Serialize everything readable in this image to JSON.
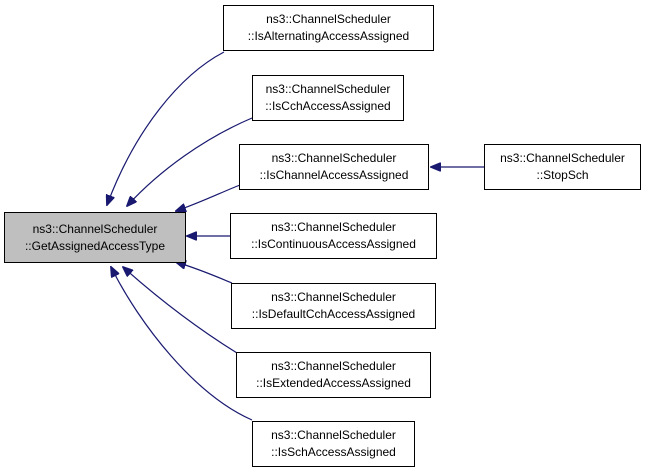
{
  "colors": {
    "edge": "#191970",
    "focus_fill": "#bfbfbf",
    "node_border": "#000000",
    "node_fill": "#ffffff"
  },
  "nodes": {
    "get_assigned_access_type": {
      "line1": "ns3::ChannelScheduler",
      "line2": "::GetAssignedAccessType"
    },
    "is_alternating": {
      "line1": "ns3::ChannelScheduler",
      "line2": "::IsAlternatingAccessAssigned"
    },
    "is_cch": {
      "line1": "ns3::ChannelScheduler",
      "line2": "::IsCchAccessAssigned"
    },
    "is_channel": {
      "line1": "ns3::ChannelScheduler",
      "line2": "::IsChannelAccessAssigned"
    },
    "stop_sch": {
      "line1": "ns3::ChannelScheduler",
      "line2": "::StopSch"
    },
    "is_continuous": {
      "line1": "ns3::ChannelScheduler",
      "line2": "::IsContinuousAccessAssigned"
    },
    "is_default_cch": {
      "line1": "ns3::ChannelScheduler",
      "line2": "::IsDefaultCchAccessAssigned"
    },
    "is_extended": {
      "line1": "ns3::ChannelScheduler",
      "line2": "::IsExtendedAccessAssigned"
    },
    "is_sch": {
      "line1": "ns3::ChannelScheduler",
      "line2": "::IsSchAccessAssigned"
    }
  }
}
